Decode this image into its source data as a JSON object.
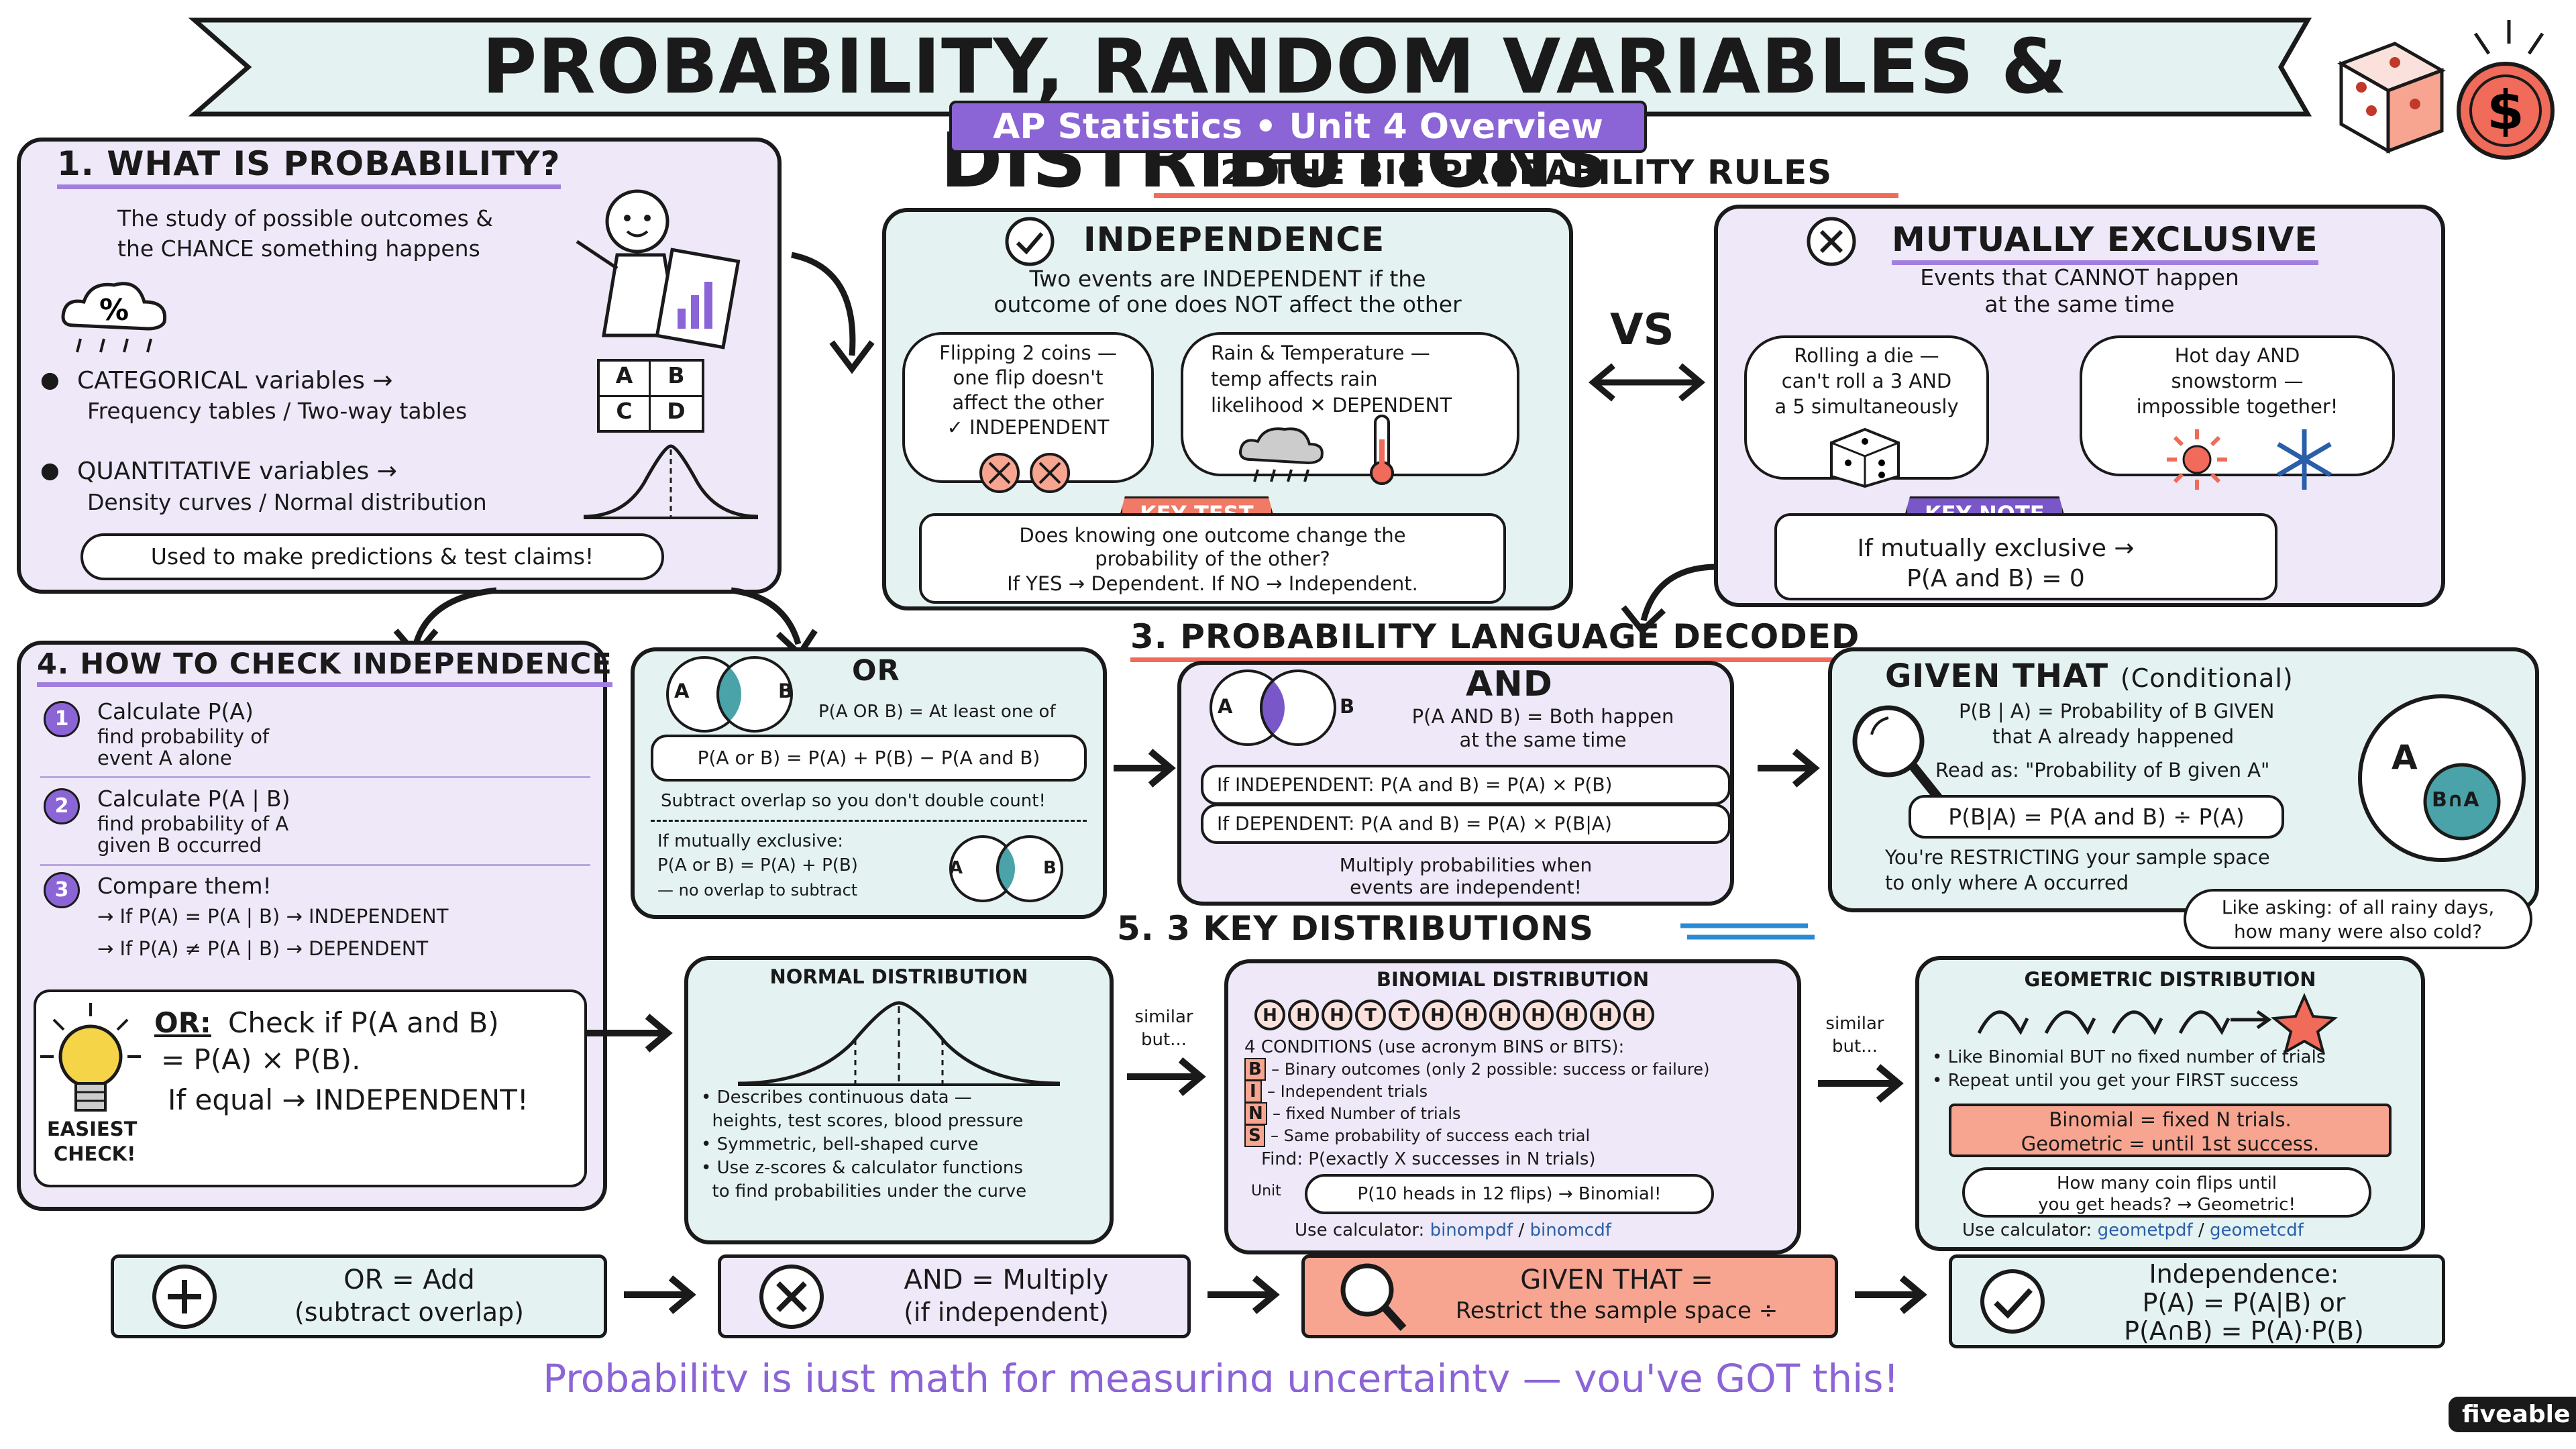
{
  "title": {
    "main": "PROBABILITY, RANDOM VARIABLES & DISTRIBUTIONS",
    "subtitle": "AP Statistics • Unit 4 Overview"
  },
  "s1": {
    "title": "1. WHAT IS PROBABILITY?",
    "def1": "The study of possible outcomes &",
    "def2": "the CHANCE something happens",
    "cat1": "CATEGORICAL variables →",
    "cat2": "Frequency tables / Two-way tables",
    "quant1": "QUANTITATIVE variables →",
    "quant2": "Density curves / Normal distribution",
    "footer": "Used to make predictions & test claims!",
    "grid": [
      "A",
      "B",
      "C",
      "D"
    ]
  },
  "s2": {
    "title": "2. THE BIG PROBABILITY RULES",
    "vs": "VS",
    "indep": {
      "title": "INDEPENDENCE",
      "d1": "Two events are INDEPENDENT if the",
      "d2": "outcome of one does NOT affect the other",
      "ex1": [
        "Flipping 2 coins —",
        "one flip doesn't",
        "affect the other",
        "✓ INDEPENDENT"
      ],
      "ex2": [
        "Rain & Temperature —",
        "temp affects rain",
        "likelihood ✕ DEPENDENT"
      ],
      "tag": "KEY TEST",
      "test1": "Does knowing one outcome change the",
      "test2": "probability of the other?",
      "test3": "If YES → Dependent. If NO → Independent."
    },
    "mutex": {
      "title": "MUTUALLY EXCLUSIVE",
      "d1": "Events that CANNOT happen",
      "d2": "at the same time",
      "ex1": [
        "Rolling a die —",
        "can't roll a 3 AND",
        "a 5 simultaneously"
      ],
      "ex2": [
        "Hot day AND",
        "snowstorm —",
        "impossible together!"
      ],
      "tag": "KEY NOTE",
      "note1": "If mutually exclusive →",
      "note2": "P(A and B) = 0"
    }
  },
  "s3": {
    "title": "3. PROBABILITY LANGUAGE DECODED",
    "or": {
      "title": "OR",
      "def": "P(A OR B) = At least one of",
      "formula": "P(A or B) = P(A) + P(B) − P(A and B)",
      "sub": "Subtract overlap so you don't double count!",
      "me1": "If mutually exclusive:",
      "me2": "P(A or B) = P(A) + P(B)",
      "me3": "— no overlap to subtract"
    },
    "and": {
      "title": "AND",
      "def1": "P(A AND B) = Both happen",
      "def2": "at the same time",
      "f1": "If INDEPENDENT:   P(A and B) = P(A) × P(B)",
      "f2": "If DEPENDENT:   P(A and B) = P(A) × P(B|A)",
      "n1": "Multiply probabilities when",
      "n2": "events are independent!"
    },
    "given": {
      "title": "GIVEN THAT",
      "sub": "(Conditional)",
      "d1": "P(B | A) = Probability of B GIVEN",
      "d2": "that A already happened",
      "d3": "Read as: \"Probability of B given A\"",
      "formula": "P(B|A) = P(A and B) ÷ P(A)",
      "r1": "You're RESTRICTING your sample space",
      "r2": "to only where A occurred",
      "ask1": "Like asking: of all rainy days,",
      "ask2": "how many were also cold?",
      "labelA": "A",
      "labelAB": "B∩A"
    }
  },
  "venn": {
    "a": "A",
    "b": "B"
  },
  "s4": {
    "title": "4. HOW TO CHECK INDEPENDENCE",
    "steps": [
      {
        "n": "1",
        "t": "Calculate P(A)",
        "d": [
          "find probability of",
          "event A alone"
        ]
      },
      {
        "n": "2",
        "t": "Calculate P(A | B)",
        "d": [
          "find probability of A",
          "given B occurred"
        ]
      },
      {
        "n": "3",
        "t": "Compare them!",
        "d": [
          "→ If P(A) = P(A | B) → INDEPENDENT",
          "→ If P(A) ≠ P(A | B) → DEPENDENT"
        ]
      }
    ],
    "or1": "OR:",
    "or2": "Check if P(A and B)",
    "or3": "= P(A) × P(B).",
    "or4": "If equal → INDEPENDENT!",
    "easiest1": "EASIEST",
    "easiest2": "CHECK!"
  },
  "s5": {
    "title": "5. 3 KEY DISTRIBUTIONS",
    "similar": [
      "similar",
      "but..."
    ],
    "normal": {
      "title": "NORMAL DISTRIBUTION",
      "b": [
        "• Describes continuous data —",
        "  heights, test scores, blood pressure",
        "• Symmetric, bell-shaped curve",
        "• Use z-scores & calculator functions",
        "  to find probabilities under the curve"
      ]
    },
    "binom": {
      "title": "BINOMIAL DISTRIBUTION",
      "coins": "HHHTTHHHHHHH",
      "c": "4 CONDITIONS (use acronym BINS or BITS):",
      "l": [
        "B",
        "I",
        "N",
        "S"
      ],
      "r": [
        "– Binary outcomes (only 2 possible: success or failure)",
        "– Independent trials",
        "– fixed Number of trials",
        "– Same probability of success each trial"
      ],
      "find": "Find: P(exactly X successes in N trials)",
      "ex_pre": "Unit",
      "ex": "P(10 heads in 12 flips) → Binomial!",
      "calc": "Use calculator:",
      "f1": "binompdf",
      "sep": "/",
      "f2": "binomcdf"
    },
    "geom": {
      "title": "GEOMETRIC DISTRIBUTION",
      "b1": "• Like Binomial BUT no fixed number of trials",
      "b2": "• Repeat until you get your FIRST success",
      "r1": "Binomial = fixed N trials.",
      "r2": "Geometric = until 1st success.",
      "q1": "How many coin flips until",
      "q2": "you get heads? → Geometric!",
      "calc": "Use calculator:",
      "f1": "geometpdf",
      "sep": "/",
      "f2": "geometcdf"
    }
  },
  "bottom": [
    {
      "l1": "OR = Add",
      "l2": "(subtract overlap)"
    },
    {
      "l1": "AND = Multiply",
      "l2": "(if independent)"
    },
    {
      "l1": "GIVEN THAT =",
      "l2": "Restrict the sample space ÷"
    },
    {
      "l1": "Independence:",
      "l2": "P(A) = P(A|B) or",
      "l3": "P(A∩B) = P(A)·P(B)"
    }
  ],
  "footer": "Probability is just math for measuring uncertainty — you've GOT this!",
  "brand": "fiveable",
  "colors": {
    "lavender": "#eee8f8",
    "mint": "#e4f2f2",
    "salmon": "#f7a591",
    "purple": "#8b64d6",
    "red": "#f06b5a"
  }
}
